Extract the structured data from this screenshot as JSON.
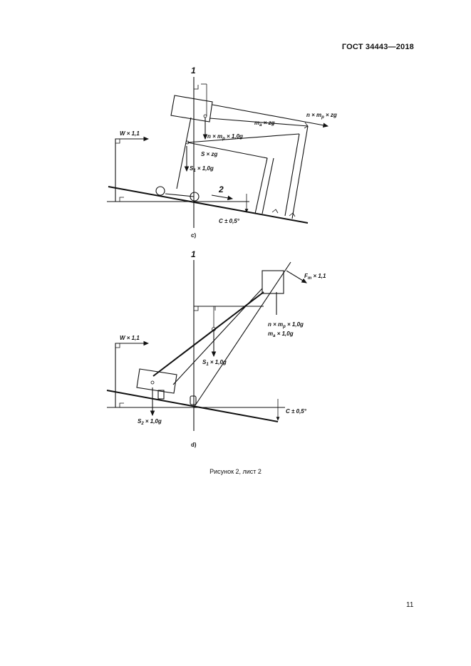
{
  "header": {
    "doc_code": "ГОСТ 34443—2018"
  },
  "figure": {
    "caption": "Рисунок 2, лист 2",
    "panel_c": {
      "label": "c)",
      "axis_marker": "1",
      "arrow_marker": "2",
      "labels": {
        "wind": "W × 1,1",
        "mass_top": "m",
        "mass_top_sub": "a",
        "mass_top_tail": " × zg",
        "nmp_zg": "n × m",
        "nmp_zg_sub": "p",
        "nmp_zg_tail": " × zg",
        "nmp_g": "n × m",
        "nmp_g_sub": "p",
        "nmp_g_tail": " × 1,0g",
        "s_zg": "S × zg",
        "s1": "S",
        "s1_sub": "1",
        "s1_tail": " × 1,0g",
        "slope": "C ± 0,5°"
      }
    },
    "panel_d": {
      "label": "d)",
      "axis_marker": "1",
      "labels": {
        "wind": "W × 1,1",
        "fm": "F",
        "fm_sub": "m",
        "fm_tail": " × 1,1",
        "nmp_g": "n × m",
        "nmp_g_sub": "p",
        "nmp_g_tail": " × 1,0g",
        "ma_g": "m",
        "ma_g_sub": "a",
        "ma_g_tail": " × 1,0g",
        "s1": "S",
        "s1_sub": "1",
        "s1_tail": " × 1,0g",
        "s2": "S",
        "s2_sub": "2",
        "s2_tail": " × 1,0g",
        "slope": "C ± 0,5°"
      }
    }
  },
  "footer": {
    "page_number": "11"
  }
}
